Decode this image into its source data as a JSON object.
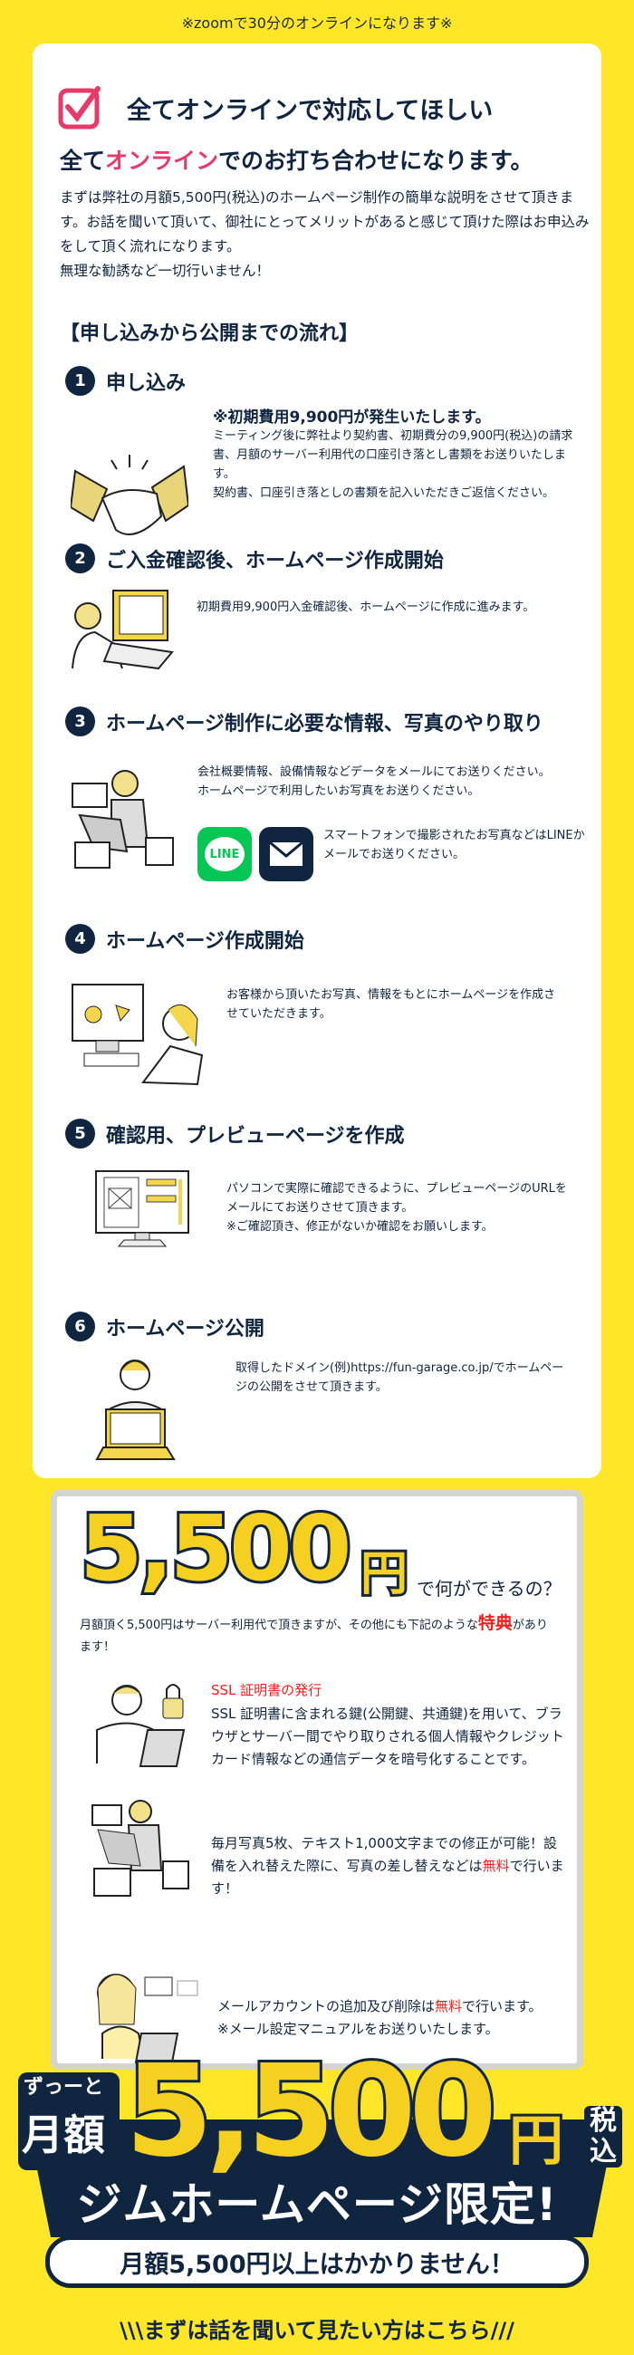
{
  "top_note": "※zoomで30分のオンラインになります※",
  "intro": {
    "title": "全てオンラインで対応してほしい",
    "sub_a": "全て",
    "sub_b": "オンライン",
    "sub_c": "でのお打ち合わせになります。",
    "paragraph": [
      "まずは弊社の月額5,500円(税込)のホームページ制作の簡単な説明をさせて頂きます。お話を聞いて頂いて、御社にとってメリットがあると感じて頂けた際はお申込みをして頂く流れになります。",
      "無理な勧誘など一切行いません！"
    ]
  },
  "flow_title": "【申し込みから公開までの流れ】",
  "steps": [
    {
      "num": "1",
      "title": "申し込み",
      "lead": "※初期費用9,900円が発生いたします。",
      "lines": [
        "ミーティング後に弊社より契約書、初期費分の9,900円(税込)の請求書、月額のサーバー利用代の口座引き落とし書類をお送りいたします。",
        "契約書、口座引き落としの書類を記入いただきご返信ください。"
      ]
    },
    {
      "num": "2",
      "title": "ご入金確認後、ホームページ作成開始",
      "lines": [
        "初期費用9,900円入金確認後、ホームページに作成に進みます。"
      ]
    },
    {
      "num": "3",
      "title": "ホームページ制作に必要な情報、写真のやり取り",
      "lines": [
        "会社概要情報、設備情報などデータをメールにてお送りください。",
        "ホームページで利用したいお写真をお送りください。"
      ],
      "line_label": "LINE",
      "extra": "スマートフォンで撮影されたお写真などはLINEかメールでお送りください。"
    },
    {
      "num": "4",
      "title": "ホームページ作成開始",
      "lines": [
        "お客様から頂いたお写真、情報をもとにホームページを作成させていただきます。"
      ]
    },
    {
      "num": "5",
      "title": "確認用、プレビューページを作成",
      "lines": [
        "パソコンで実際に確認できるように、プレビューページのURLをメールにてお送りさせて頂きます。",
        "※ご確認頂き、修正がないか確認をお願いします。"
      ]
    },
    {
      "num": "6",
      "title": "ホームページ公開",
      "lines": [
        "取得したドメイン(例)https://fun-garage.co.jp/でホームページの公開をさせて頂きます。"
      ]
    }
  ],
  "benefits": {
    "price": "5,500",
    "yen": "円",
    "question": "で何ができるの？",
    "intro_a": "月額頂く5,500円はサーバー利用代で頂きますが、その他にも下記のような",
    "intro_red": "特典",
    "intro_b": "があります！",
    "ssl_title": "SSL 証明書の発行",
    "ssl_text": "SSL 証明書に含まれる鍵(公開鍵、共通鍵)を用いて、ブラウザとサーバー間でやり取りされる個人情報やクレジットカード情報などの通信データを暗号化することです。",
    "edit_a": "毎月写真5枚、テキスト1,000文字までの修正が可能！設備を入れ替えた際に、写真の差し替えなどは",
    "edit_red": "無料",
    "edit_b": "で行います！",
    "mail_a": "メールアカウントの追加及び削除は",
    "mail_red": "無料",
    "mail_b": "で行います。",
    "mail_note": "※メール設定マニュアルをお送りいたします。"
  },
  "banner": {
    "always": "ずっーと",
    "monthly": "月額",
    "price": "5,500",
    "yen": "円",
    "tax": "税込",
    "limited": "ジムホームページ限定!",
    "pill": "月額5,500円以上はかかりません！"
  },
  "cta": "\\\\\\まずは話を聞いて見たい方はこちら///",
  "colors": {
    "bg": "#ffe629",
    "navy": "#0f2540",
    "pink": "#e83a6a",
    "line": "#06c755"
  }
}
